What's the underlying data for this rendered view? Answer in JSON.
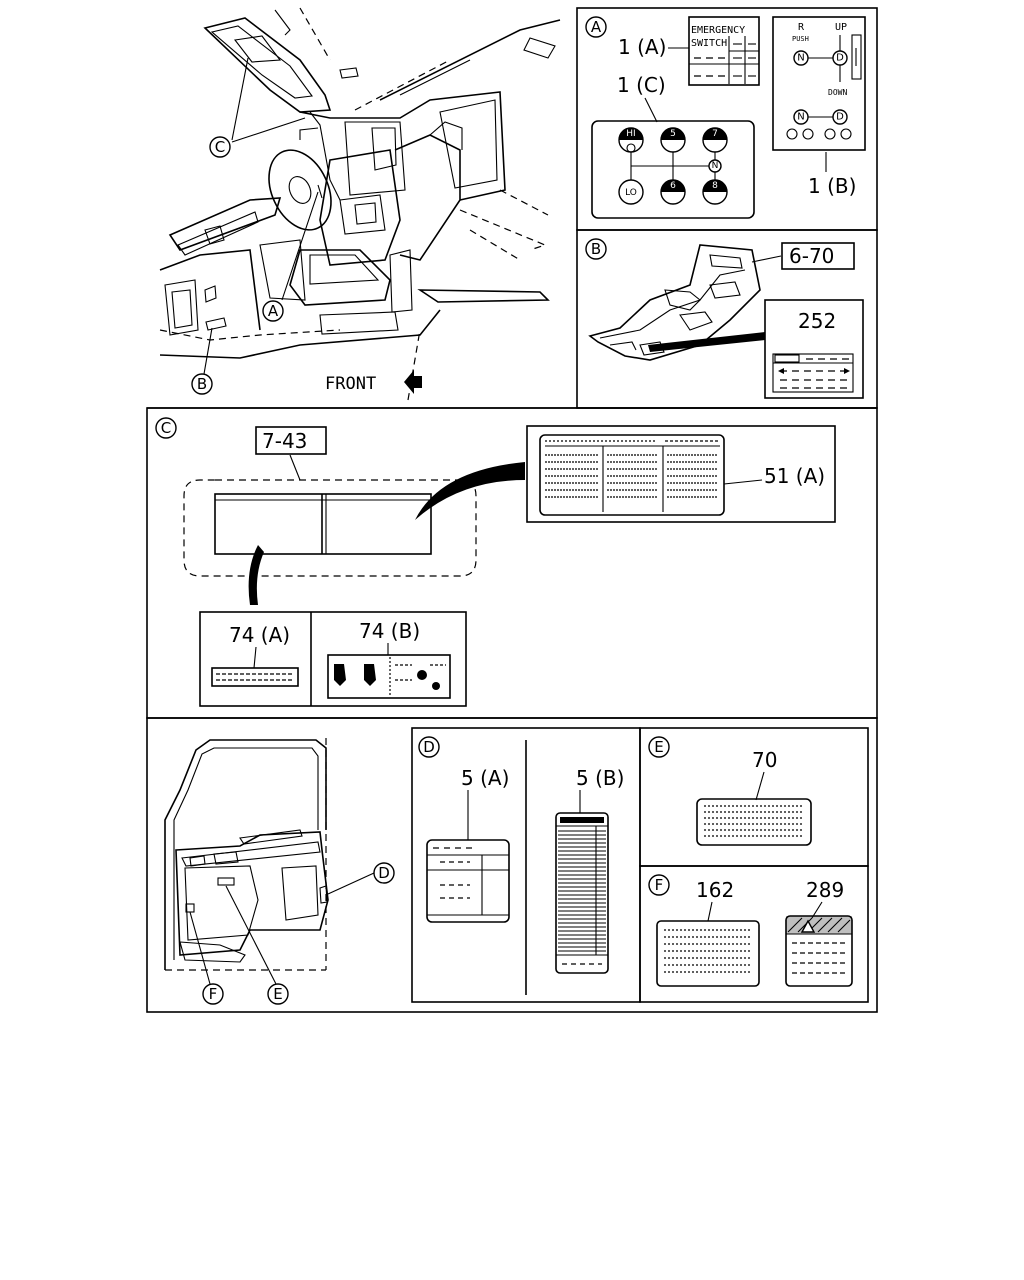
{
  "callouts": {
    "A": "A",
    "B": "B",
    "C": "C",
    "D": "D",
    "E": "E",
    "F": "F"
  },
  "front_label": "FRONT",
  "panel_a": {
    "label_1a": "1 (A)",
    "label_1b": "1 (B)",
    "label_1c": "1 (C)",
    "emergency_line1": "EMERGENCY",
    "emergency_line2": "SWITCH",
    "sw_r": "R",
    "sw_push": "PUSH",
    "sw_up": "UP",
    "sw_down": "DOWN",
    "sw_n": "N",
    "sw_d": "D",
    "shift_hi": "HI",
    "shift_lo": "LO",
    "shift_5": "5",
    "shift_7": "7",
    "shift_6": "6",
    "shift_8": "8",
    "shift_n": "N"
  },
  "panel_b": {
    "label_670": "6-70",
    "label_252": "252"
  },
  "panel_c": {
    "label_743": "7-43",
    "label_51a": "51 (A)",
    "label_74a": "74 (A)",
    "label_74b": "74 (B)"
  },
  "panel_d": {
    "label_5a": "5 (A)",
    "label_5b": "5 (B)"
  },
  "panel_e": {
    "label_70": "70"
  },
  "panel_f": {
    "label_162": "162",
    "label_289": "289"
  }
}
